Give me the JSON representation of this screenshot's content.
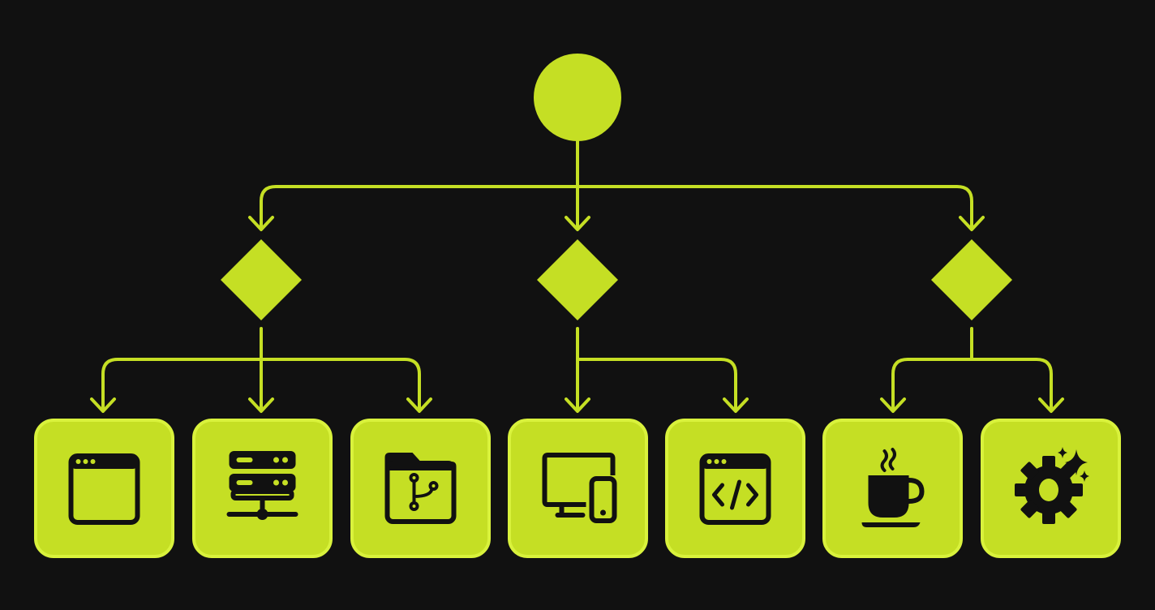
{
  "colors": {
    "background": "#111111",
    "accent": "#c5df24",
    "accent_border": "#d9f23c",
    "icon": "#111111"
  },
  "diagram": {
    "start": {
      "shape": "circle"
    },
    "decisions": [
      {
        "shape": "diamond",
        "children": [
          "browser-window-icon",
          "server-network-icon",
          "git-folder-icon"
        ]
      },
      {
        "shape": "diamond",
        "children": [
          "devices-icon",
          "code-window-icon"
        ]
      },
      {
        "shape": "diamond",
        "children": [
          "coffee-cup-icon",
          "gear-sparkle-icon"
        ]
      }
    ],
    "leaves": [
      {
        "icon": "browser-window-icon"
      },
      {
        "icon": "server-network-icon"
      },
      {
        "icon": "git-folder-icon"
      },
      {
        "icon": "devices-icon"
      },
      {
        "icon": "code-window-icon"
      },
      {
        "icon": "coffee-cup-icon"
      },
      {
        "icon": "gear-sparkle-icon"
      }
    ]
  }
}
